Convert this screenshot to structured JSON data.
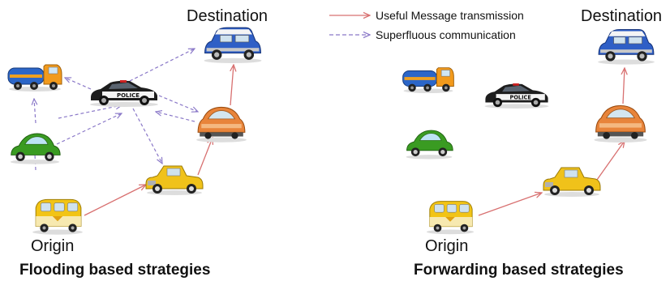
{
  "legend": {
    "useful": "Useful Message transmission",
    "superfluous": "Superfluous communication",
    "useful_color": "#d87070",
    "superfluous_color": "#8a78c8"
  },
  "flooding": {
    "title": "Flooding based strategies",
    "origin": "Origin",
    "destination": "Destination"
  },
  "forwarding": {
    "title": "Forwarding based strategies",
    "origin": "Origin",
    "destination": "Destination"
  },
  "vehicles": [
    "fuel-truck",
    "police-car",
    "green-beetle",
    "yellow-van",
    "yellow-classic-car",
    "orange-compact-car",
    "blue-mini"
  ]
}
